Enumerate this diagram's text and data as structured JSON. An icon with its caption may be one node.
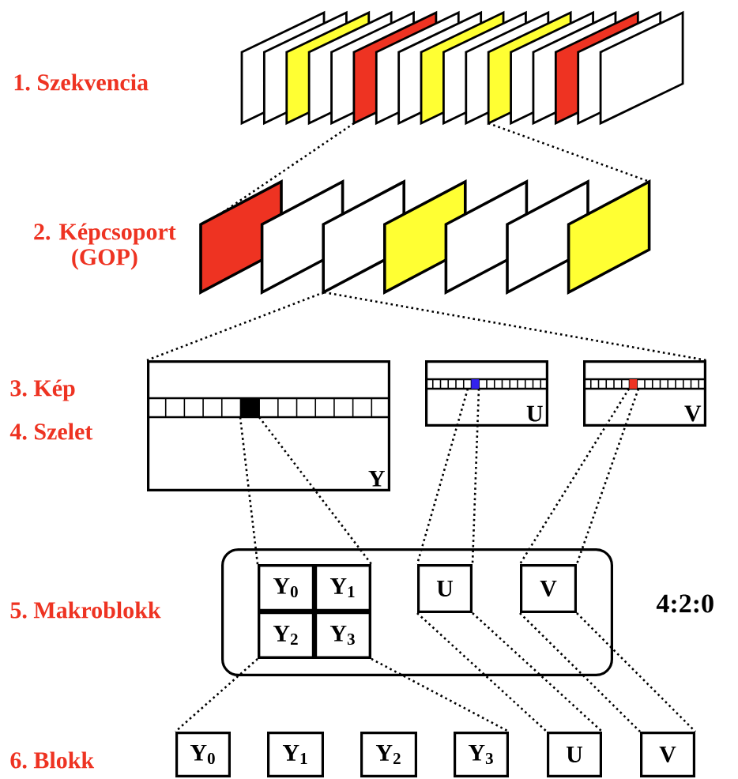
{
  "diagram": {
    "nodes": [
      {
        "text": [],
        "shape": "parallelogram"
      },
      {
        "text": [],
        "shape": "parallelogram"
      },
      {
        "text": [],
        "shape": "parallelogram"
      },
      {
        "text": [],
        "shape": "parallelogram"
      },
      {
        "text": [],
        "shape": "parallelogram"
      },
      {
        "text": [],
        "shape": "parallelogram"
      },
      {
        "text": [],
        "shape": "parallelogram"
      },
      {
        "text": [],
        "shape": "parallelogram"
      },
      {
        "text": [],
        "shape": "parallelogram"
      },
      {
        "text": [],
        "shape": "parallelogram"
      },
      {
        "text": [],
        "shape": "parallelogram"
      },
      {
        "text": [],
        "shape": "parallelogram"
      },
      {
        "text": [],
        "shape": "parallelogram"
      },
      {
        "text": [],
        "shape": "parallelogram"
      },
      {
        "text": [],
        "shape": "parallelogram"
      },
      {
        "text": [],
        "shape": "parallelogram"
      },
      {
        "text": [],
        "shape": "parallelogram"
      },
      {
        "text": [],
        "shape": "parallelogram"
      },
      {
        "text": [],
        "shape": "parallelogram"
      },
      {
        "text": [],
        "shape": "parallelogram"
      },
      {
        "text": [],
        "shape": "parallelogram"
      },
      {
        "text": [],
        "shape": "parallelogram"
      },
      {
        "text": [],
        "shape": "parallelogram"
      },
      {
        "text": [],
        "shape": "parallelogram"
      },
      {
        "text": [
          "Y"
        ]
      },
      {
        "text": [
          "U"
        ]
      },
      {
        "text": [
          "V"
        ]
      },
      {
        "text": [],
        "shape": "box"
      },
      {
        "text": [],
        "shape": "box",
        "in": 27
      },
      {
        "text": [
          "Y$_{0}$"
        ],
        "in": 28
      },
      {
        "text": [
          "Y$_{1}$"
        ],
        "in": 28
      },
      {
        "text": [
          "Y$_{2}$"
        ],
        "in": 28
      },
      {
        "text": [
          "Y$_{3}$"
        ],
        "in": 28
      },
      {
        "text": [
          "U"
        ],
        "in": 27
      },
      {
        "text": [
          "V"
        ],
        "in": 27
      },
      {
        "text": [
          "Y$_{0}$"
        ]
      },
      {
        "text": [
          "Y$_{1}$"
        ]
      },
      {
        "text": [
          "Y$_{2}$"
        ]
      },
      {
        "text": [
          "Y$_{3}$"
        ]
      },
      {
        "text": [
          "U"
        ]
      },
      {
        "text": [
          "V"
        ]
      }
    ],
    "edges": [
      {
        "from": 5,
        "to": 17,
        "arrow": "none"
      },
      {
        "from": 11,
        "to": 23,
        "arrow": "none"
      },
      {
        "from": 19,
        "to": 24,
        "arrow": "none"
      },
      {
        "from": 19,
        "to": 26,
        "arrow": "none"
      },
      {
        "from": 24,
        "to": 28,
        "arrow": "none"
      },
      {
        "from": 24,
        "to": 28,
        "arrow": "none"
      },
      {
        "from": 25,
        "to": 33,
        "arrow": "none"
      },
      {
        "from": 25,
        "to": 33,
        "arrow": "none"
      },
      {
        "from": 26,
        "to": 34,
        "arrow": "none"
      },
      {
        "from": 26,
        "to": 34,
        "arrow": "none"
      },
      {
        "from": 28,
        "to": 35,
        "arrow": "none"
      },
      {
        "from": 28,
        "to": 38,
        "arrow": "none"
      },
      {
        "from": 33,
        "to": 39,
        "arrow": "none"
      },
      {
        "from": 33,
        "to": 39,
        "arrow": "none"
      },
      {
        "from": 34,
        "to": 40,
        "arrow": "none"
      },
      {
        "from": 34,
        "to": 40,
        "arrow": "none"
      }
    ],
    "labels": [
      "1. Szekvencia",
      "2. Képcsoport (GOP)",
      "3. Kép",
      "4. Szelet",
      "5. Makroblokk",
      "4:2:0",
      "6. Blokk"
    ]
  }
}
